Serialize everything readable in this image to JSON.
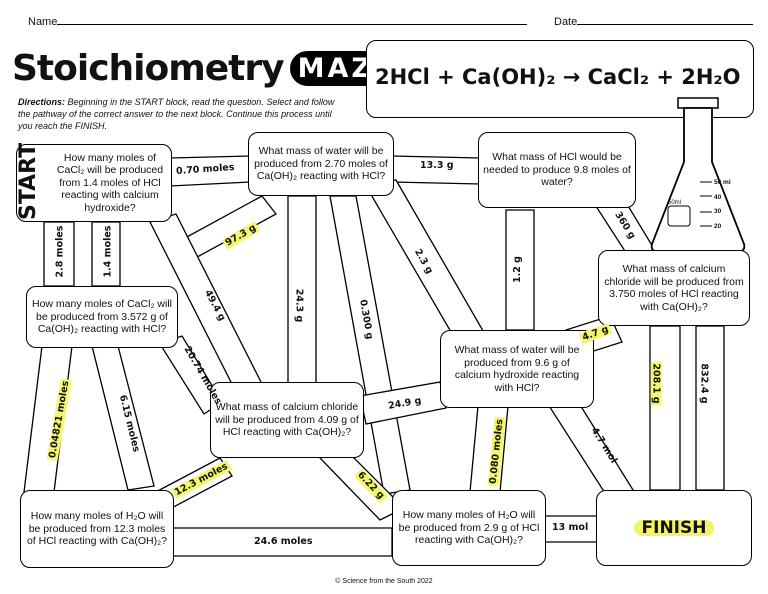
{
  "header": {
    "name_label": "Name",
    "date_label": "Date"
  },
  "title": {
    "main": "Stoichiometry",
    "accent": "MAZE"
  },
  "equation": {
    "text": "2HCl + Ca(OH)₂ → CaCl₂ + 2H₂O"
  },
  "directions": {
    "label": "Directions:",
    "text": "Beginning in the START block, read the question. Select and follow the pathway of the correct answer to the next block. Continue this process until you reach the FINISH."
  },
  "flask": {
    "marks": [
      "50 ml",
      "40",
      "30",
      "20"
    ],
    "beaker_mark": "50ml"
  },
  "blocks": {
    "start_label": "START",
    "start_q": "How many moles of CaCl₂ will be produced from 1.4 moles of HCl reacting with calcium hydroxide?",
    "q_water_270": "What mass of water will be produced from 2.70 moles of Ca(OH)₂ reacting with HCl?",
    "q_hcl_98": "What mass of HCl would be needed to produce 9.8 moles of water?",
    "q_cacl2_3750": "What mass of calcium chloride will be produced from 3.750 moles of HCl reacting with Ca(OH)₂?",
    "q_cacl2_3572": "How many moles of CaCl₂ will be produced from 3.572 g of Ca(OH)₂ reacting with HCl?",
    "q_water_96": "What mass of water will be produced from 9.6 g of calcium hydroxide reacting with HCl?",
    "q_cacl2_409": "What mass of calcium chloride will be produced from 4.09 g of HCl reacting with Ca(OH)₂?",
    "q_h2o_123": "How many moles of H₂O will be produced from 12.3 moles of HCl reacting with Ca(OH)₂?",
    "q_h2o_29": "How many moles of H₂O will be produced from 2.9 g of HCl reacting with Ca(OH)₂?",
    "finish_label": "FINISH"
  },
  "answers": {
    "a_070": "0.70 moles",
    "a_133": "13.3 g",
    "a_360": "360 g",
    "a_973": "97.3 g",
    "a_28": "2.8 moles",
    "a_14": "1.4 moles",
    "a_494": "49.4 g",
    "a_243": "24.3 g",
    "a_0300": "0.300 g",
    "a_23": "2.3 g",
    "a_12": "1.2 g",
    "a_47": "4.7 g",
    "a_2081": "208.1 g",
    "a_8324": "832.4 g",
    "a_004821": "0.04821 moles",
    "a_615": "6.15 moles",
    "a_2074": "20.74 moles",
    "a_249": "24.9 g",
    "a_0080": "0.080 moles",
    "a_47mol": "4.7 mol",
    "a_123": "12.3 moles",
    "a_622": "6.22 g",
    "a_246": "24.6 moles",
    "a_13": "13 mol"
  },
  "footer": {
    "credit": "© Science from the South 2022"
  }
}
